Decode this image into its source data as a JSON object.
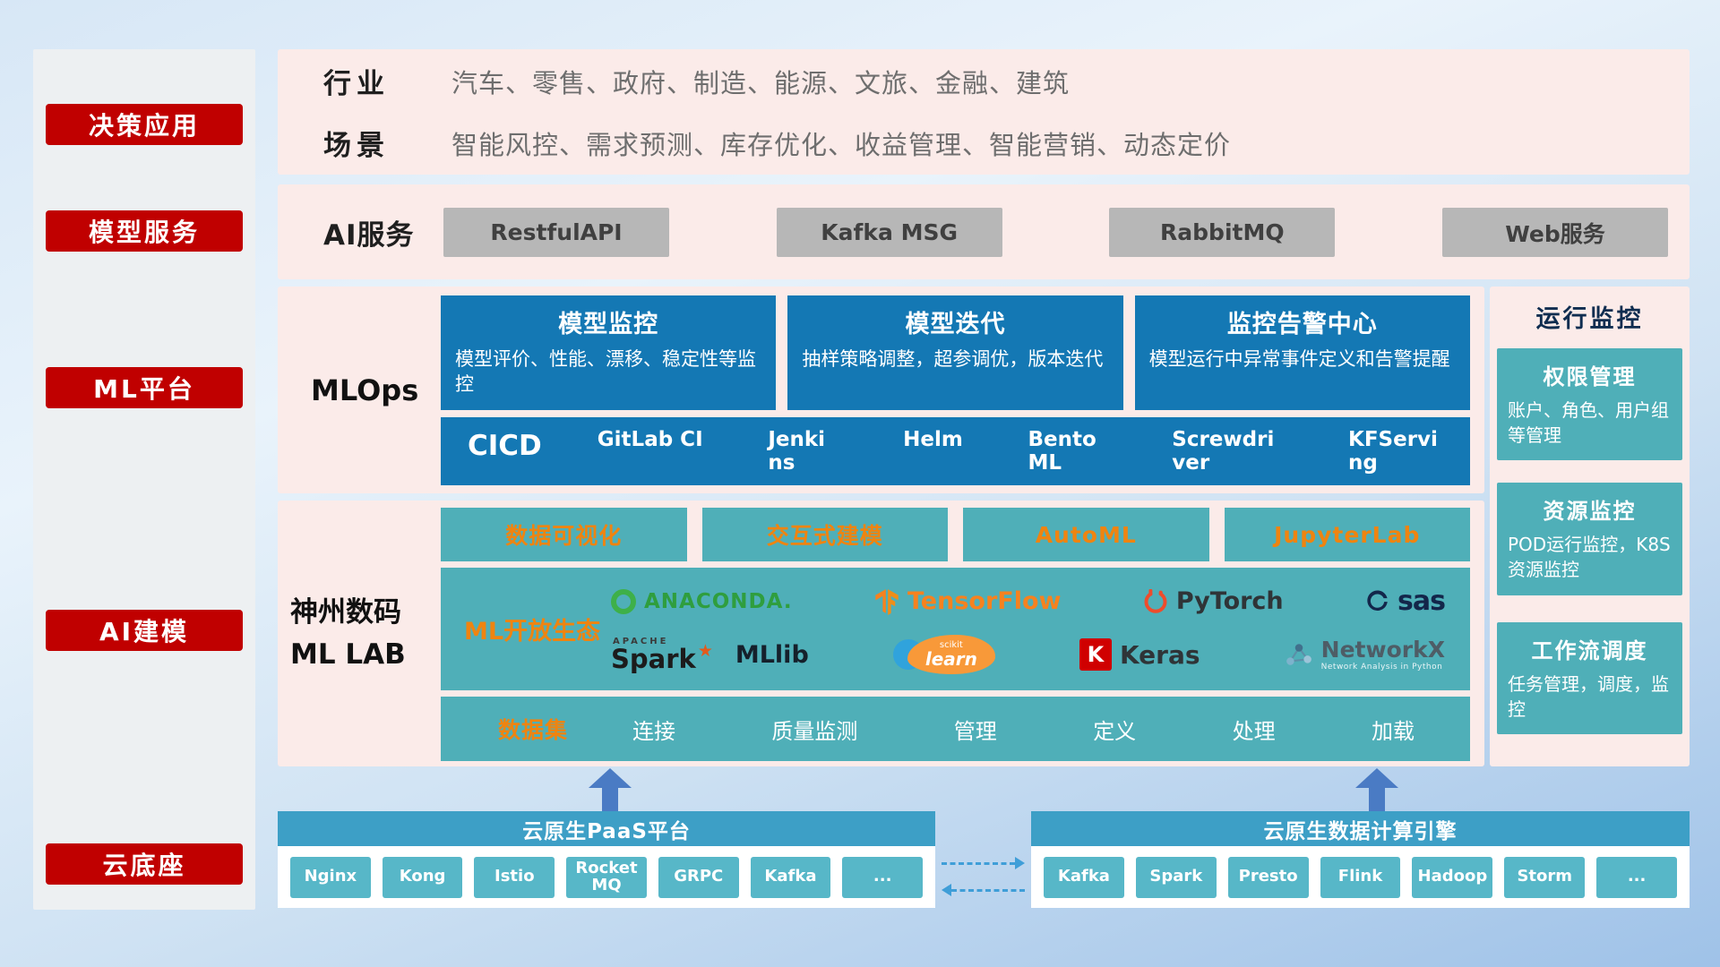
{
  "sidebar": {
    "items": [
      {
        "label": "决策应用"
      },
      {
        "label": "模型服务"
      },
      {
        "label": "ML平台"
      },
      {
        "label": "AI建模"
      },
      {
        "label": "云底座"
      }
    ]
  },
  "industry": {
    "row1_label": "行业",
    "row1_text": "汽车、零售、政府、制造、能源、文旅、金融、建筑",
    "row2_label": "场景",
    "row2_text": "智能风控、需求预测、库存优化、收益管理、智能营销、动态定价"
  },
  "ai_service": {
    "label": "AI服务",
    "buttons": [
      "RestfulAPI",
      "Kafka MSG",
      "RabbitMQ",
      "Web服务"
    ]
  },
  "mlops": {
    "label": "MLOps",
    "cards": [
      {
        "title": "模型监控",
        "desc": "模型评价、性能、漂移、稳定性等监控"
      },
      {
        "title": "模型迭代",
        "desc": "抽样策略调整，超参调优，版本迭代"
      },
      {
        "title": "监控告警中心",
        "desc": "模型运行中异常事件定义和告警提醒"
      }
    ],
    "cicd_label": "CICD",
    "cicd_items": [
      "GitLab CI",
      "Jenkins",
      "Helm",
      "BentoML",
      "Screwdriver",
      "KFServing"
    ]
  },
  "mllab": {
    "label_line1": "神州数码",
    "label_line2": "ML LAB",
    "tools": [
      "数据可视化",
      "交互式建模",
      "AutoML",
      "JupyterLab"
    ],
    "eco_label": "ML开放生态",
    "logos": {
      "anaconda": "ANACONDA.",
      "tensorflow": "TensorFlow",
      "pytorch": "PyTorch",
      "sas": "sas",
      "spark_top": "APACHE",
      "spark": "Spark",
      "mllib": "MLlib",
      "scikit_top": "scikit",
      "scikit": "learn",
      "keras_letter": "K",
      "keras": "Keras",
      "networkx": "NetworkX",
      "networkx_sub": "Network Analysis in Python"
    },
    "dataset_label": "数据集",
    "dataset_items": [
      "连接",
      "质量监测",
      "管理",
      "定义",
      "处理",
      "加载"
    ]
  },
  "monitor": {
    "title": "运行监控",
    "cards": [
      {
        "title": "权限管理",
        "desc": "账户、角色、用户组等管理"
      },
      {
        "title": "资源监控",
        "desc": "POD运行监控，K8S资源监控"
      },
      {
        "title": "工作流调度",
        "desc": "任务管理，调度，监控"
      }
    ]
  },
  "cloud": {
    "paas_title": "云原生PaaS平台",
    "paas_items": [
      "Nginx",
      "Kong",
      "Istio",
      "RocketMQ",
      "GRPC",
      "Kafka",
      "..."
    ],
    "engine_title": "云原生数据计算引擎",
    "engine_items": [
      "Kafka",
      "Spark",
      "Presto",
      "Flink",
      "Hadoop",
      "Storm",
      "..."
    ]
  },
  "icons": {
    "spark_star": "★"
  }
}
